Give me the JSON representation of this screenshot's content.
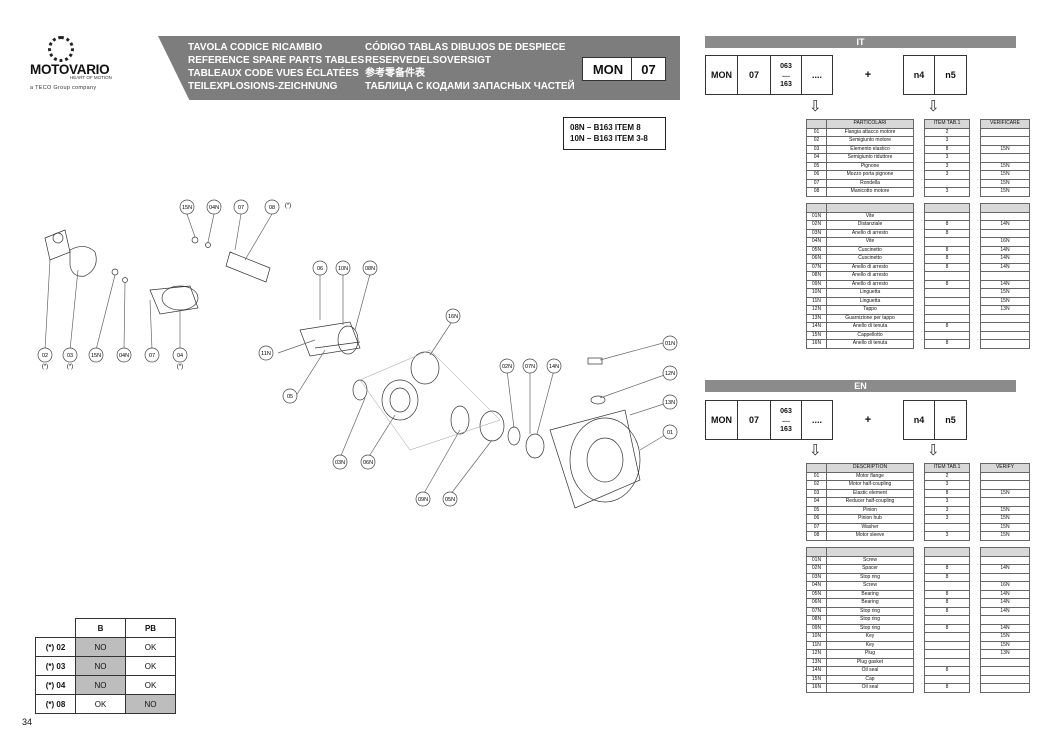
{
  "brand": {
    "name": "MOTOVARIO",
    "tagline": "HEART OF MOTION",
    "group": "a TECO Group company"
  },
  "header": {
    "col1": [
      "TAVOLA CODICE RICAMBIO",
      "REFERENCE SPARE PARTS TABLES",
      "TABLEAUX CODE VUES ÉCLATÉES",
      "TEILEXPLOSIONS-ZEICHNUNG"
    ],
    "col2": [
      "CÓDIGO TABLAS DIBUJOS DE DESPIECE",
      "RESERVEDELSOVERSIGT",
      "参考零备件表",
      "ТАБЛИЦА С КОДАМИ ЗАПАСНЫХ ЧАСТЕЙ"
    ],
    "code1": "MON",
    "code2": "07"
  },
  "refnote": [
    "08N – B163  ITEM 8",
    "10N – B163  ITEM 3-8"
  ],
  "code_row": {
    "c1": "MON",
    "c2": "07",
    "c3a": "063",
    "c3b": "....",
    "c3c": "163",
    "c4": "....",
    "plus": "+",
    "c5": "n4",
    "c6": "n5"
  },
  "it": {
    "lang": "IT",
    "headers": [
      "PARTICOLARI",
      "ITEM TAB.1",
      "VERIFICARE"
    ],
    "rows1": [
      [
        "01",
        "Flangia attacco motore",
        "2",
        ""
      ],
      [
        "02",
        "Semigiunto motore",
        "3",
        ""
      ],
      [
        "03",
        "Elemento elastico",
        "8",
        "15N"
      ],
      [
        "04",
        "Semigiunto riduttore",
        "3",
        ""
      ],
      [
        "05",
        "Pignone",
        "3",
        "15N"
      ],
      [
        "06",
        "Mozzo porta pignone",
        "3",
        "15N"
      ],
      [
        "07",
        "Rondella",
        "",
        "15N"
      ],
      [
        "08",
        "Manicotto motore",
        "3",
        "15N"
      ]
    ],
    "rows2": [
      [
        "01N",
        "Vite",
        "",
        ""
      ],
      [
        "02N",
        "Distanziale",
        "8",
        "14N"
      ],
      [
        "03N",
        "Anello di arresto",
        "8",
        ""
      ],
      [
        "04N",
        "Vite",
        "",
        "16N"
      ],
      [
        "05N",
        "Cuscinetto",
        "8",
        "14N"
      ],
      [
        "06N",
        "Cuscinetto",
        "8",
        "14N"
      ],
      [
        "07N",
        "Anello di arresto",
        "8",
        "14N"
      ],
      [
        "08N",
        "Anello di arresto",
        "",
        ""
      ],
      [
        "09N",
        "Anello di arresto",
        "8",
        "14N"
      ],
      [
        "10N",
        "Linguetta",
        "",
        "15N"
      ],
      [
        "11N",
        "Linguetta",
        "",
        "15N"
      ],
      [
        "12N",
        "Tappo",
        "",
        "13N"
      ],
      [
        "13N",
        "Guarnizione per tappo",
        "",
        ""
      ],
      [
        "14N",
        "Anello di tenuta",
        "8",
        ""
      ],
      [
        "15N",
        "Cappellotto",
        "",
        ""
      ],
      [
        "16N",
        "Anello di tenuta",
        "8",
        ""
      ]
    ]
  },
  "en": {
    "lang": "EN",
    "headers": [
      "DESCRIPTION",
      "ITEM TAB.1",
      "VERIFY"
    ],
    "rows1": [
      [
        "01",
        "Motor flange",
        "2",
        ""
      ],
      [
        "02",
        "Motor half-coupling",
        "3",
        ""
      ],
      [
        "03",
        "Elastic element",
        "8",
        "15N"
      ],
      [
        "04",
        "Reducer half-coupling",
        "3",
        ""
      ],
      [
        "05",
        "Pinion",
        "3",
        "15N"
      ],
      [
        "06",
        "Pinion hub",
        "3",
        "15N"
      ],
      [
        "07",
        "Washer",
        "",
        "15N"
      ],
      [
        "08",
        "Motor sleeve",
        "3",
        "15N"
      ]
    ],
    "rows2": [
      [
        "01N",
        "Screw",
        "",
        ""
      ],
      [
        "02N",
        "Spacer",
        "8",
        "14N"
      ],
      [
        "03N",
        "Stop ring",
        "8",
        ""
      ],
      [
        "04N",
        "Screw",
        "",
        "16N"
      ],
      [
        "05N",
        "Bearing",
        "8",
        "14N"
      ],
      [
        "06N",
        "Bearing",
        "8",
        "14N"
      ],
      [
        "07N",
        "Stop ring",
        "8",
        "14N"
      ],
      [
        "08N",
        "Stop ring",
        "",
        ""
      ],
      [
        "09N",
        "Stop ring",
        "8",
        "14N"
      ],
      [
        "10N",
        "Key",
        "",
        "15N"
      ],
      [
        "11N",
        "Key",
        "",
        "15N"
      ],
      [
        "12N",
        "Plug",
        "",
        "13N"
      ],
      [
        "13N",
        "Plug gasket",
        "",
        ""
      ],
      [
        "14N",
        "Oil seal",
        "8",
        ""
      ],
      [
        "15N",
        "Cap",
        "",
        ""
      ],
      [
        "16N",
        "Oil seal",
        "8",
        ""
      ]
    ]
  },
  "options": {
    "headers": [
      "B",
      "PB"
    ],
    "rows": [
      {
        "label": "(*) 02",
        "b": "NO",
        "pb": "OK"
      },
      {
        "label": "(*) 03",
        "b": "NO",
        "pb": "OK"
      },
      {
        "label": "(*) 04",
        "b": "NO",
        "pb": "OK"
      },
      {
        "label": "(*) 08",
        "b": "OK",
        "pb": "NO"
      }
    ]
  },
  "diagram_labels": {
    "top": [
      "15N",
      "04N",
      "07",
      "08"
    ],
    "star": "(*)",
    "left": [
      "02",
      "03",
      "15N",
      "04N",
      "07",
      "04"
    ],
    "mid": [
      "06",
      "10N",
      "08N",
      "11N",
      "05",
      "16N"
    ],
    "low": [
      "03N",
      "06N",
      "09N",
      "05N",
      "02N",
      "07N",
      "14N"
    ],
    "right": [
      "01N",
      "12N",
      "13N",
      "01"
    ]
  },
  "page_number": "34"
}
